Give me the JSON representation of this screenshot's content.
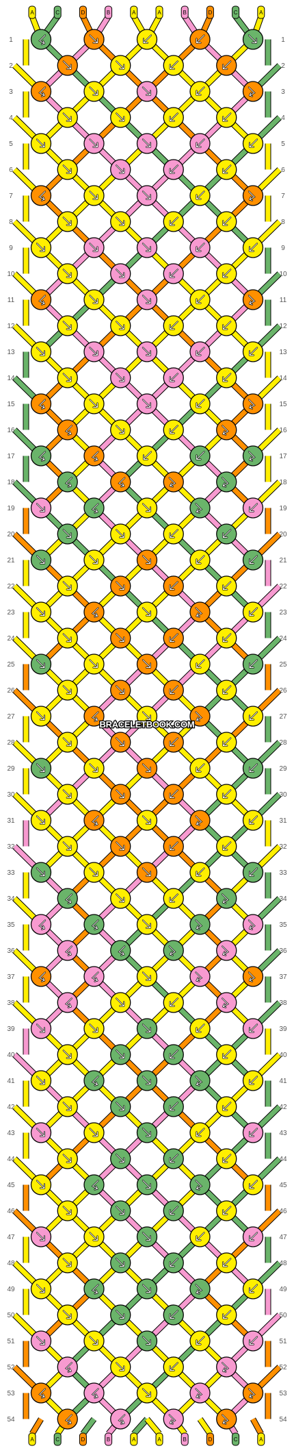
{
  "colors": {
    "A": "#ffef00",
    "B": "#f79ad0",
    "C": "#6ab46a",
    "D": "#ff9000"
  },
  "strands": {
    "top": [
      "A",
      "C",
      "D",
      "B",
      "A",
      "A",
      "B",
      "D",
      "C",
      "A"
    ],
    "bottom": [
      "A",
      "C",
      "D",
      "B",
      "A",
      "A",
      "B",
      "D",
      "C",
      "A"
    ]
  },
  "rows": 54,
  "watermark": "BRACELETBOOK.COM",
  "knot_rows": [
    "C:bf D:f A:b D:b C:f",
    "D:f A:f A:b D:b",
    "D:bf A:f B:f A:b D:fb",
    "A:f A:f A:b A:b",
    "A:f B:f B:f B:b A:b",
    "A:f B:f B:b A:b",
    "D:bf A:f B:f A:b D:fb",
    "A:f A:f A:b A:b",
    "A:f B:f B:f B:b A:b",
    "A:f B:f B:b A:b",
    "D:bf A:f B:f A:b D:fb",
    "A:f A:f A:b A:b",
    "A:f B:f B:f B:b A:b",
    "A:f B:f B:b A:b",
    "D:bf A:f B:f A:b D:fb",
    "D:bf A:f A:b D:fb",
    "C:bf D:bf A:b C:b C:fb",
    "C:bf D:bf D:fb C:fb",
    "B:f C:bf A:f C:fb B:b",
    "C:f A:f A:b C:b",
    "C:f A:f D:f A:b C:b",
    "A:f D:f D:b A:b",
    "A:f D:bf A:f D:fb A:b",
    "A:f D:f D:b A:b",
    "C:f A:f D:f A:b C:b",
    "A:f D:f D:b A:b",
    "A:f D:bf A:f D:fb A:b",
    "A:f D:f D:b A:b",
    "C:f A:f D:f A:b C:b",
    "A:f D:f D:b A:b",
    "A:f D:bf A:f D:fb A:b",
    "A:f D:f D:b A:b",
    "C:f A:f D:f A:b C:b",
    "C:bf A:f A:b C:fb",
    "B:bf C:bf A:f C:fb B:fb",
    "B:bf C:bf C:fb B:fb",
    "D:bf B:bf A:f B:fb D:fb",
    "B:bf A:f A:b B:fb",
    "B:f A:f C:f A:b B:b",
    "A:f C:f C:b A:b",
    "A:f C:bf C:f C:fb A:b",
    "A:f C:f C:b A:b",
    "B:f A:f C:f A:b B:b",
    "A:f C:f C:b A:b",
    "A:f C:bf C:f C:fb A:b",
    "A:f C:f C:b A:b",
    "B:f A:f C:f A:b B:b",
    "A:f C:f C:b A:b",
    "A:f C:bf C:f C:fb A:b",
    "A:f C:f C:b A:b",
    "B:f A:f C:f A:b B:b",
    "B:bf A:f A:b B:fb",
    "D:bf B:bf A:f B:fb D:fb",
    "D:bf B:bf B:fb D:fb"
  ]
}
